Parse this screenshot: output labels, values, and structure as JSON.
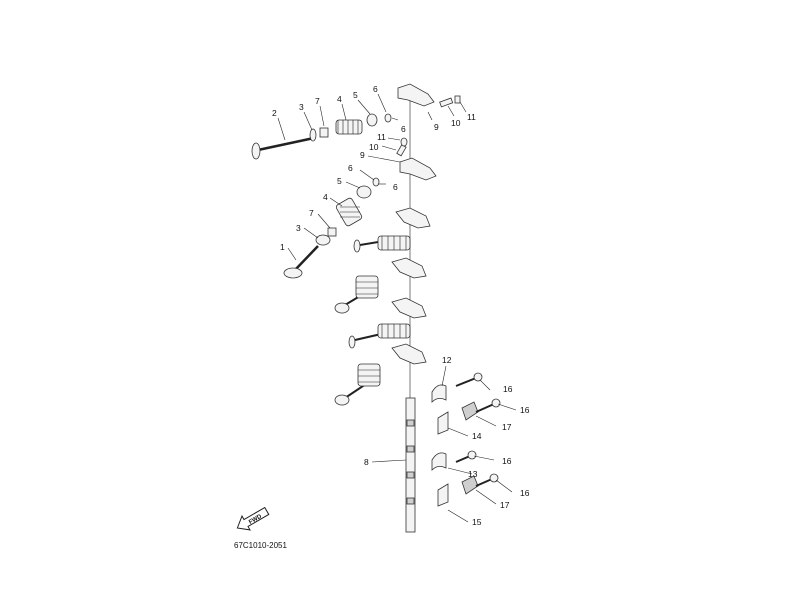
{
  "diagram": {
    "code": "67C1010-2051",
    "fwd": "FWD",
    "callouts": {
      "c1": "1",
      "c2": "2",
      "c3a": "3",
      "c3b": "3",
      "c4a": "4",
      "c4b": "4",
      "c5a": "5",
      "c5b": "5",
      "c6a": "6",
      "c6b": "6",
      "c6c": "6",
      "c6d": "6",
      "c7a": "7",
      "c7b": "7",
      "c8": "8",
      "c9a": "9",
      "c9b": "9",
      "c10a": "10",
      "c10b": "10",
      "c11a": "11",
      "c11b": "11",
      "c12": "12",
      "c13": "13",
      "c14": "14",
      "c15": "15",
      "c16a": "16",
      "c16b": "16",
      "c16c": "16",
      "c16d": "16",
      "c17a": "17",
      "c17b": "17"
    }
  }
}
